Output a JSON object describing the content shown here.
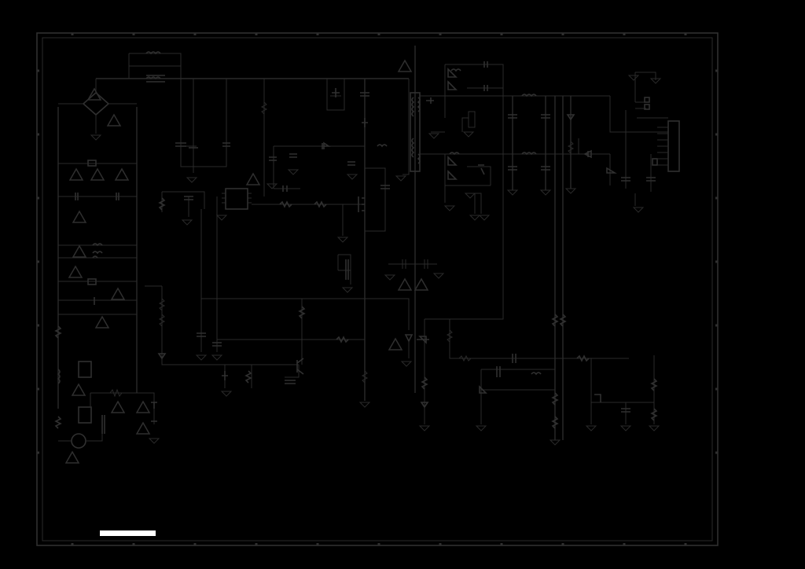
{
  "diagram": {
    "type": "schematic",
    "colors": {
      "background": "#000000",
      "ink": "#2f2f2f",
      "title_block": "#ffffff"
    },
    "ground_symbols": 36,
    "warning_triangles": 20,
    "connector_pins": 7
  }
}
